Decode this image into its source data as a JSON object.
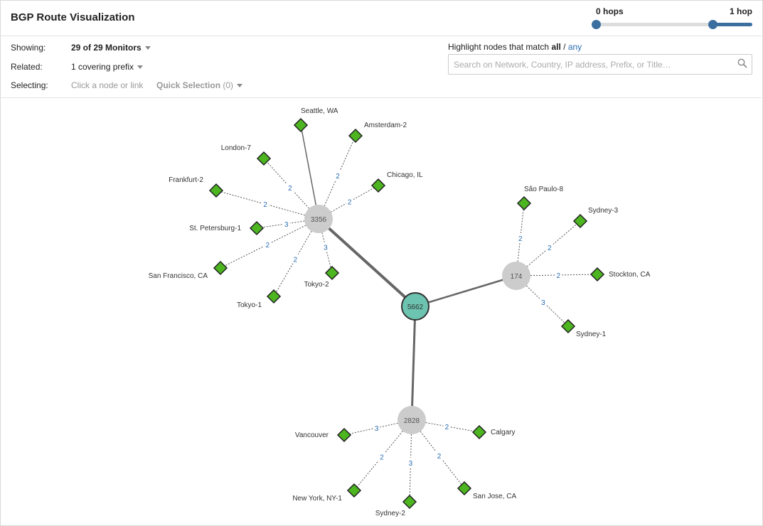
{
  "app": {
    "title": "BGP Route Visualization"
  },
  "hops": {
    "min_label": "0 hops",
    "max_label": "1 hop"
  },
  "controls": {
    "showing_label": "Showing:",
    "showing_value": "29 of 29 Monitors",
    "related_label": "Related:",
    "related_value": "1 covering prefix",
    "selecting_label": "Selecting:",
    "selecting_hint": "Click a node or link",
    "quick_selection": "Quick Selection",
    "quick_selection_count": "(0)"
  },
  "highlight": {
    "prefix": "Highlight nodes that match",
    "all": "all",
    "separator": "/",
    "any": "any",
    "placeholder": "Search on Network, Country, IP address, Prefix, or Title…"
  },
  "colors": {
    "monitor": "#4cb520",
    "as_node": "#cccccc",
    "origin": "#6cc4b0",
    "link_label": "#2a6db0"
  },
  "graph": {
    "origin": {
      "id": "5662"
    },
    "as_nodes": [
      {
        "id": "3356"
      },
      {
        "id": "174"
      },
      {
        "id": "2828"
      }
    ],
    "monitors": [
      {
        "name": "Seattle, WA",
        "as": "3356",
        "hops": ""
      },
      {
        "name": "Amsterdam-2",
        "as": "3356",
        "hops": "2"
      },
      {
        "name": "London-7",
        "as": "3356",
        "hops": "2"
      },
      {
        "name": "Chicago, IL",
        "as": "3356",
        "hops": "2"
      },
      {
        "name": "Frankfurt-2",
        "as": "3356",
        "hops": "2"
      },
      {
        "name": "St. Petersburg-1",
        "as": "3356",
        "hops": "3"
      },
      {
        "name": "San Francisco, CA",
        "as": "3356",
        "hops": "2"
      },
      {
        "name": "Tokyo-2",
        "as": "3356",
        "hops": "3"
      },
      {
        "name": "Tokyo-1",
        "as": "3356",
        "hops": "2"
      },
      {
        "name": "São Paulo-8",
        "as": "174",
        "hops": "2"
      },
      {
        "name": "Sydney-3",
        "as": "174",
        "hops": "2"
      },
      {
        "name": "Stockton, CA",
        "as": "174",
        "hops": "2"
      },
      {
        "name": "Sydney-1",
        "as": "174",
        "hops": "3"
      },
      {
        "name": "Vancouver",
        "as": "2828",
        "hops": "3"
      },
      {
        "name": "Calgary",
        "as": "2828",
        "hops": "2"
      },
      {
        "name": "New York, NY-1",
        "as": "2828",
        "hops": "2"
      },
      {
        "name": "Sydney-2",
        "as": "2828",
        "hops": "3"
      },
      {
        "name": "San Jose, CA",
        "as": "2828",
        "hops": "2"
      }
    ]
  }
}
